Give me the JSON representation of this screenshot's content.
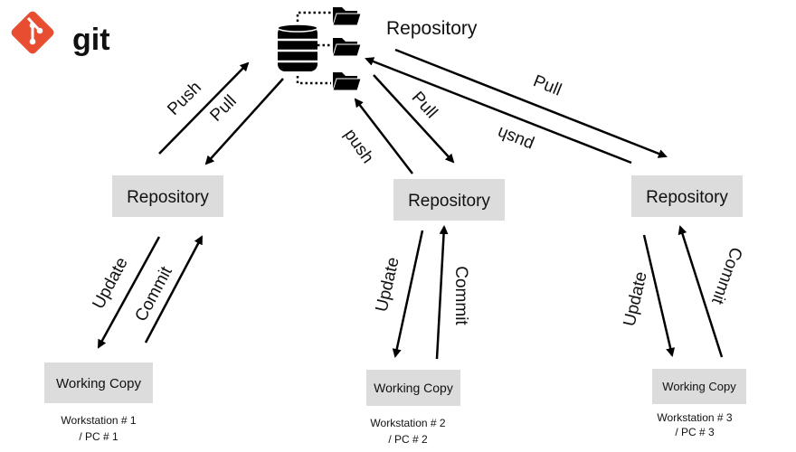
{
  "logo": {
    "text": "git",
    "colors": {
      "diamond": "#e84d31",
      "text": "#3d2f1e"
    }
  },
  "central": {
    "label": "Repository",
    "icon": "database-icon",
    "folder_icon": "folder-icon"
  },
  "repositories": [
    {
      "label": "Repository"
    },
    {
      "label": "Repository"
    },
    {
      "label": "Repository"
    }
  ],
  "working_copies": [
    {
      "label": "Working Copy",
      "caption_line1": "Workstation # 1",
      "caption_line2": "/ PC # 1"
    },
    {
      "label": "Working Copy",
      "caption_line1": "Workstation # 2",
      "caption_line2": "/ PC # 2"
    },
    {
      "label": "Working Copy",
      "caption_line1": "Workstation # 3",
      "caption_line2": "/ PC # 3"
    }
  ],
  "arrow_labels": {
    "push": "Push",
    "pull": "Pull",
    "push_lower": "push",
    "update": "Update",
    "commit": "Commit"
  },
  "colors": {
    "box": "#dcdcdc",
    "stroke": "#000000"
  }
}
